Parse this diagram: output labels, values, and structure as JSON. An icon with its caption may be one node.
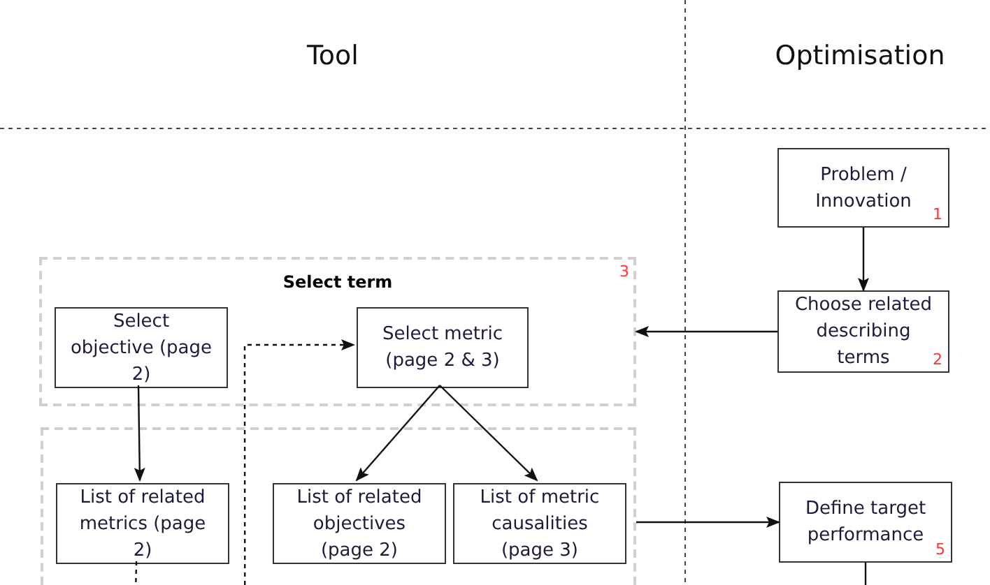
{
  "diagram": {
    "nodes": [
      {
        "text": [
          "Problem / Innovation",
          "1"
        ]
      },
      {
        "text": [
          "Choose related describing terms",
          "2"
        ]
      },
      {
        "text": [
          "Select term",
          "3"
        ]
      },
      {
        "text": [
          "Select objective (page 2)"
        ],
        "in": 2
      },
      {
        "text": [
          "Select metric (page 2 & 3)"
        ],
        "in": 2
      },
      {
        "text": [],
        "shape": "box"
      },
      {
        "text": [
          "List of related metrics (page 2)"
        ],
        "in": 5
      },
      {
        "text": [
          "List of related objectives (page 2)"
        ],
        "in": 5
      },
      {
        "text": [
          "List of metric causalities (page 3)"
        ],
        "in": 5
      },
      {
        "text": [
          "Define target performance",
          "5"
        ]
      }
    ],
    "edges": [
      {
        "from": 0,
        "to": 1,
        "arrow": "to"
      },
      {
        "from": 1,
        "to": 2,
        "arrow": "to"
      },
      {
        "from": 3,
        "to": 6,
        "arrow": "to"
      },
      {
        "from": 4,
        "to": 7,
        "arrow": "to"
      },
      {
        "from": 4,
        "to": 8,
        "arrow": "to"
      },
      {
        "from": 5,
        "to": 9,
        "arrow": "to"
      },
      {
        "from": 5,
        "to": 4,
        "arrow": "to",
        "style": "dashed"
      },
      {
        "from": 6,
        "to": null,
        "arrow": "none",
        "style": "dashed"
      },
      {
        "from": 9,
        "to": null,
        "arrow": "none"
      }
    ],
    "labels": [
      "Tool",
      "Optimisation"
    ]
  }
}
